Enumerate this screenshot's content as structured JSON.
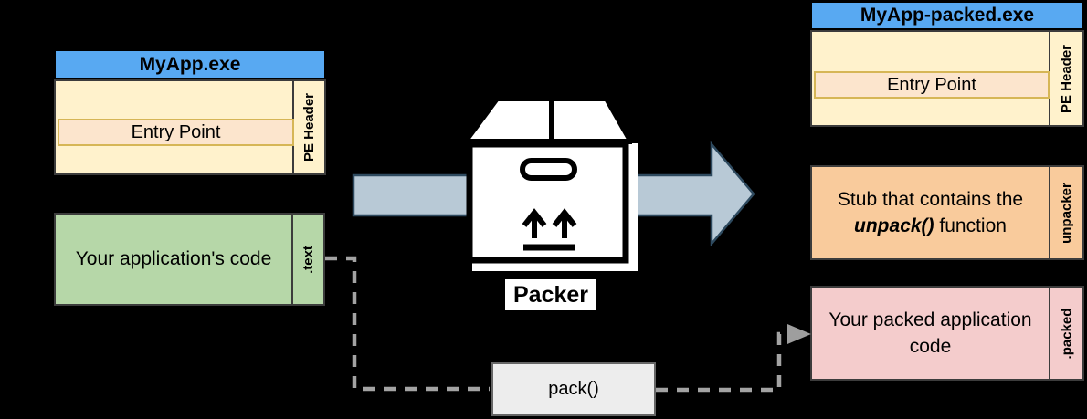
{
  "left_exe": {
    "title": "MyApp.exe",
    "pe_header_label": "PE Header",
    "entry_point": "Entry Point",
    "text_section_label": ".text",
    "text_section_content": "Your application's code"
  },
  "packer": {
    "icon": "package-box-icon",
    "label": "Packer"
  },
  "pack_function": {
    "label": "pack()"
  },
  "right_exe": {
    "title": "MyApp-packed.exe",
    "pe_header_label": "PE Header",
    "entry_point": "Entry Point",
    "unpacker_label": "unpacker",
    "unpacker_line1": "Stub that contains the",
    "unpacker_func": "unpack()",
    "unpacker_suffix": " function",
    "packed_label": ".packed",
    "packed_content": "Your packed application code"
  },
  "colors": {
    "background": "#000000",
    "header_blue": "#58a9f2",
    "pe_header_cream": "#fff2cc",
    "entry_point_peach": "#fce5cd",
    "entry_point_border": "#d6b656",
    "text_section_green": "#b6d7a8",
    "unpacker_orange": "#f9cb9c",
    "packed_pink": "#f4cccc",
    "flow_arrow_fill": "#b8c9d6",
    "flow_arrow_border": "#2e4a5f",
    "dashed_connector_gray": "#a3a3a3",
    "pack_box_fill": "#ededed",
    "pack_box_border": "#666666"
  }
}
